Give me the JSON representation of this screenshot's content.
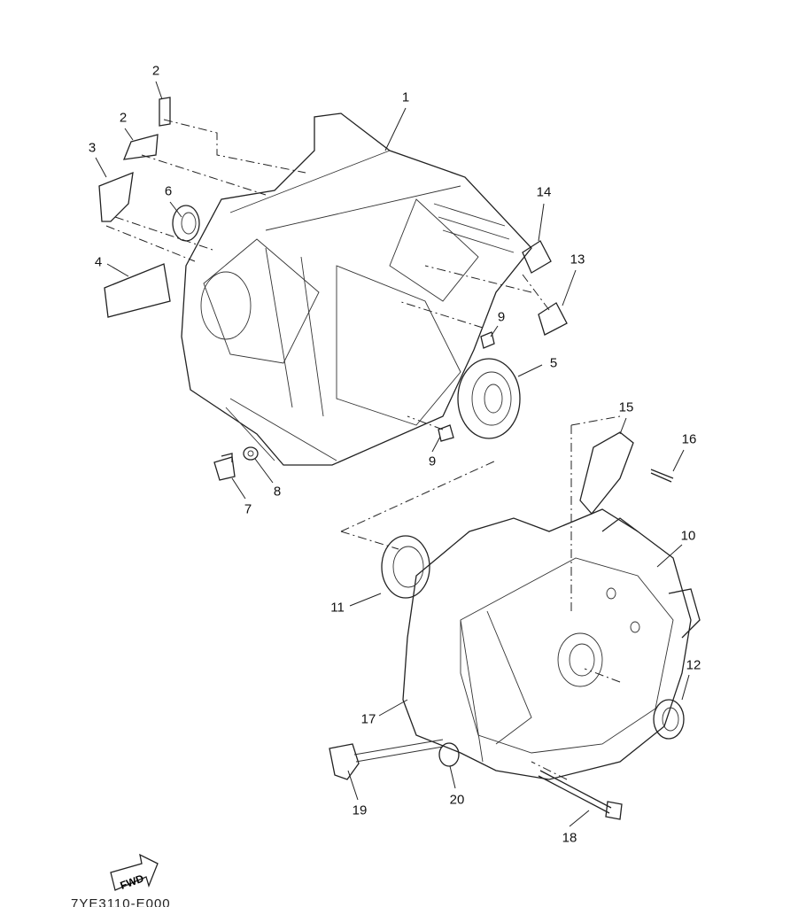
{
  "callouts": [
    "1",
    "2",
    "2",
    "3",
    "4",
    "6",
    "14",
    "13",
    "9",
    "5",
    "9",
    "7",
    "8",
    "15",
    "16",
    "10",
    "11",
    "12",
    "17",
    "19",
    "20",
    "18"
  ],
  "fwd_label": "FWD",
  "diagram_code": "7YE3110-E000"
}
